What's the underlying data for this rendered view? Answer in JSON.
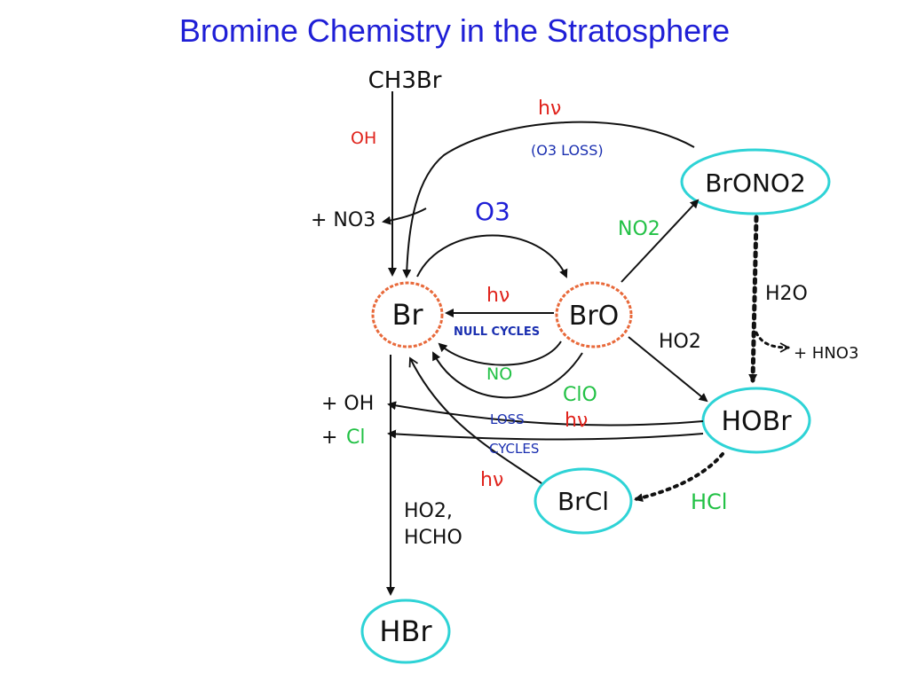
{
  "title": "Bromine Chemistry in the Stratosphere",
  "colors": {
    "title": "#1f1fd6",
    "red": "#e0231c",
    "blue": "#1a2fb0",
    "green": "#22c145",
    "orange_ring": "#e8693a",
    "cyan_ring": "#2ed3d6",
    "ink": "#111111"
  },
  "species": {
    "ch3br": "CH3Br",
    "br": "Br",
    "bro": "BrO",
    "brono2": "BrONO2",
    "hobr": "HOBr",
    "brcl": "BrCl",
    "hbr": "HBr"
  },
  "labels": {
    "oh_red": "OH",
    "no3_plus": "+ NO3",
    "hv_top": "hν",
    "o3_loss": "(O3 LOSS)",
    "o3": "O3",
    "no2": "NO2",
    "hv_mid": "hν",
    "null_cycles": "NULL CYCLES",
    "no": "NO",
    "ho2": "HO2",
    "h2o": "H2O",
    "hno3_plus": "+ HNO3",
    "clo": "ClO",
    "hv_loss": "hν",
    "loss": "LOSS",
    "cycles": "CYCLES",
    "oh_plus": "+ OH",
    "cl_plus_prefix": "+",
    "cl": "Cl",
    "hv_brcl": "hν",
    "hcl": "HCl",
    "ho2_comma": "HO2,",
    "hcho": "HCHO"
  }
}
